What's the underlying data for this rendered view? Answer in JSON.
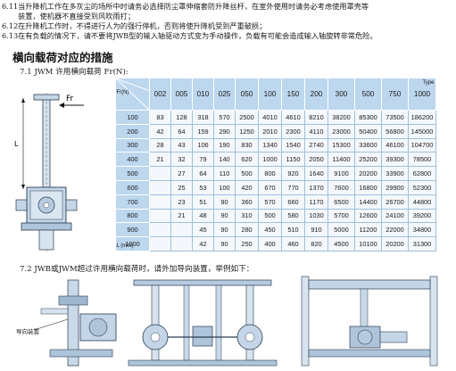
{
  "notes": [
    {
      "num": "6.11",
      "text": "当升降机工作在多灰尘的场所中时请务必选择防尘罩伸缩套防升降丝杆，在室外使用时请务必考虑使用罩壳等"
    },
    {
      "num": "",
      "text": "装置，使机器不直接受到风吹雨打；"
    },
    {
      "num": "6.12",
      "text": "在升降机工作时，不得进行人为的强行停机，否则将使升降机受到严重破损；"
    },
    {
      "num": "6.13",
      "text": "在有负载的情况下，请不要将JWB型的输入轴驱动方式变为手动操作，负载有可能会造成输入轴旋转非常危险。"
    }
  ],
  "section_title": "横向载荷对应的措施",
  "sub_title_1": "7.1 JWM 许用横向载荷 Fr(N):",
  "sub_title_2": "7.2 JWB或JWM超过许用横向载荷时，请外加导向装置，举例如下：",
  "drawing": {
    "force_label": "Fr",
    "length_label": "L"
  },
  "table": {
    "corner_type": "Type",
    "corner_fr": "Fr(N)",
    "corner_l": "L (mm)",
    "types": [
      "002",
      "005",
      "010",
      "025",
      "050",
      "100",
      "150",
      "200",
      "300",
      "500",
      "750",
      "1000"
    ],
    "rows": [
      {
        "L": "100",
        "values": [
          "83",
          "128",
          "318",
          "570",
          "2500",
          "4010",
          "4610",
          "8210",
          "38200",
          "85300",
          "73500",
          "186200"
        ]
      },
      {
        "L": "200",
        "values": [
          "42",
          "64",
          "159",
          "290",
          "1250",
          "2010",
          "2300",
          "4110",
          "23000",
          "50400",
          "56800",
          "145000"
        ]
      },
      {
        "L": "300",
        "values": [
          "28",
          "43",
          "106",
          "190",
          "830",
          "1340",
          "1540",
          "2740",
          "15300",
          "33600",
          "46100",
          "104700"
        ]
      },
      {
        "L": "400",
        "values": [
          "21",
          "32",
          "79",
          "140",
          "620",
          "1000",
          "1150",
          "2050",
          "11400",
          "25200",
          "39300",
          "78500"
        ]
      },
      {
        "L": "500",
        "values": [
          "",
          "27",
          "64",
          "110",
          "500",
          "800",
          "920",
          "1640",
          "9100",
          "20200",
          "33900",
          "62800"
        ]
      },
      {
        "L": "600",
        "values": [
          "",
          "25",
          "53",
          "100",
          "420",
          "670",
          "770",
          "1370",
          "7600",
          "16800",
          "29900",
          "52300"
        ]
      },
      {
        "L": "700",
        "values": [
          "",
          "23",
          "51",
          "90",
          "360",
          "570",
          "660",
          "1170",
          "6500",
          "14400",
          "26700",
          "44800"
        ]
      },
      {
        "L": "800",
        "values": [
          "",
          "21",
          "48",
          "90",
          "310",
          "500",
          "580",
          "1030",
          "5700",
          "12600",
          "24100",
          "39200"
        ]
      },
      {
        "L": "900",
        "values": [
          "",
          "",
          "45",
          "90",
          "280",
          "450",
          "510",
          "910",
          "5000",
          "11200",
          "22000",
          "34800"
        ]
      },
      {
        "L": "1000",
        "values": [
          "",
          "",
          "42",
          "90",
          "250",
          "400",
          "460",
          "820",
          "4500",
          "10100",
          "20200",
          "31300"
        ]
      }
    ]
  },
  "examples": [
    {
      "caption": "导向装置"
    },
    {
      "caption": ""
    },
    {
      "caption": ""
    }
  ]
}
